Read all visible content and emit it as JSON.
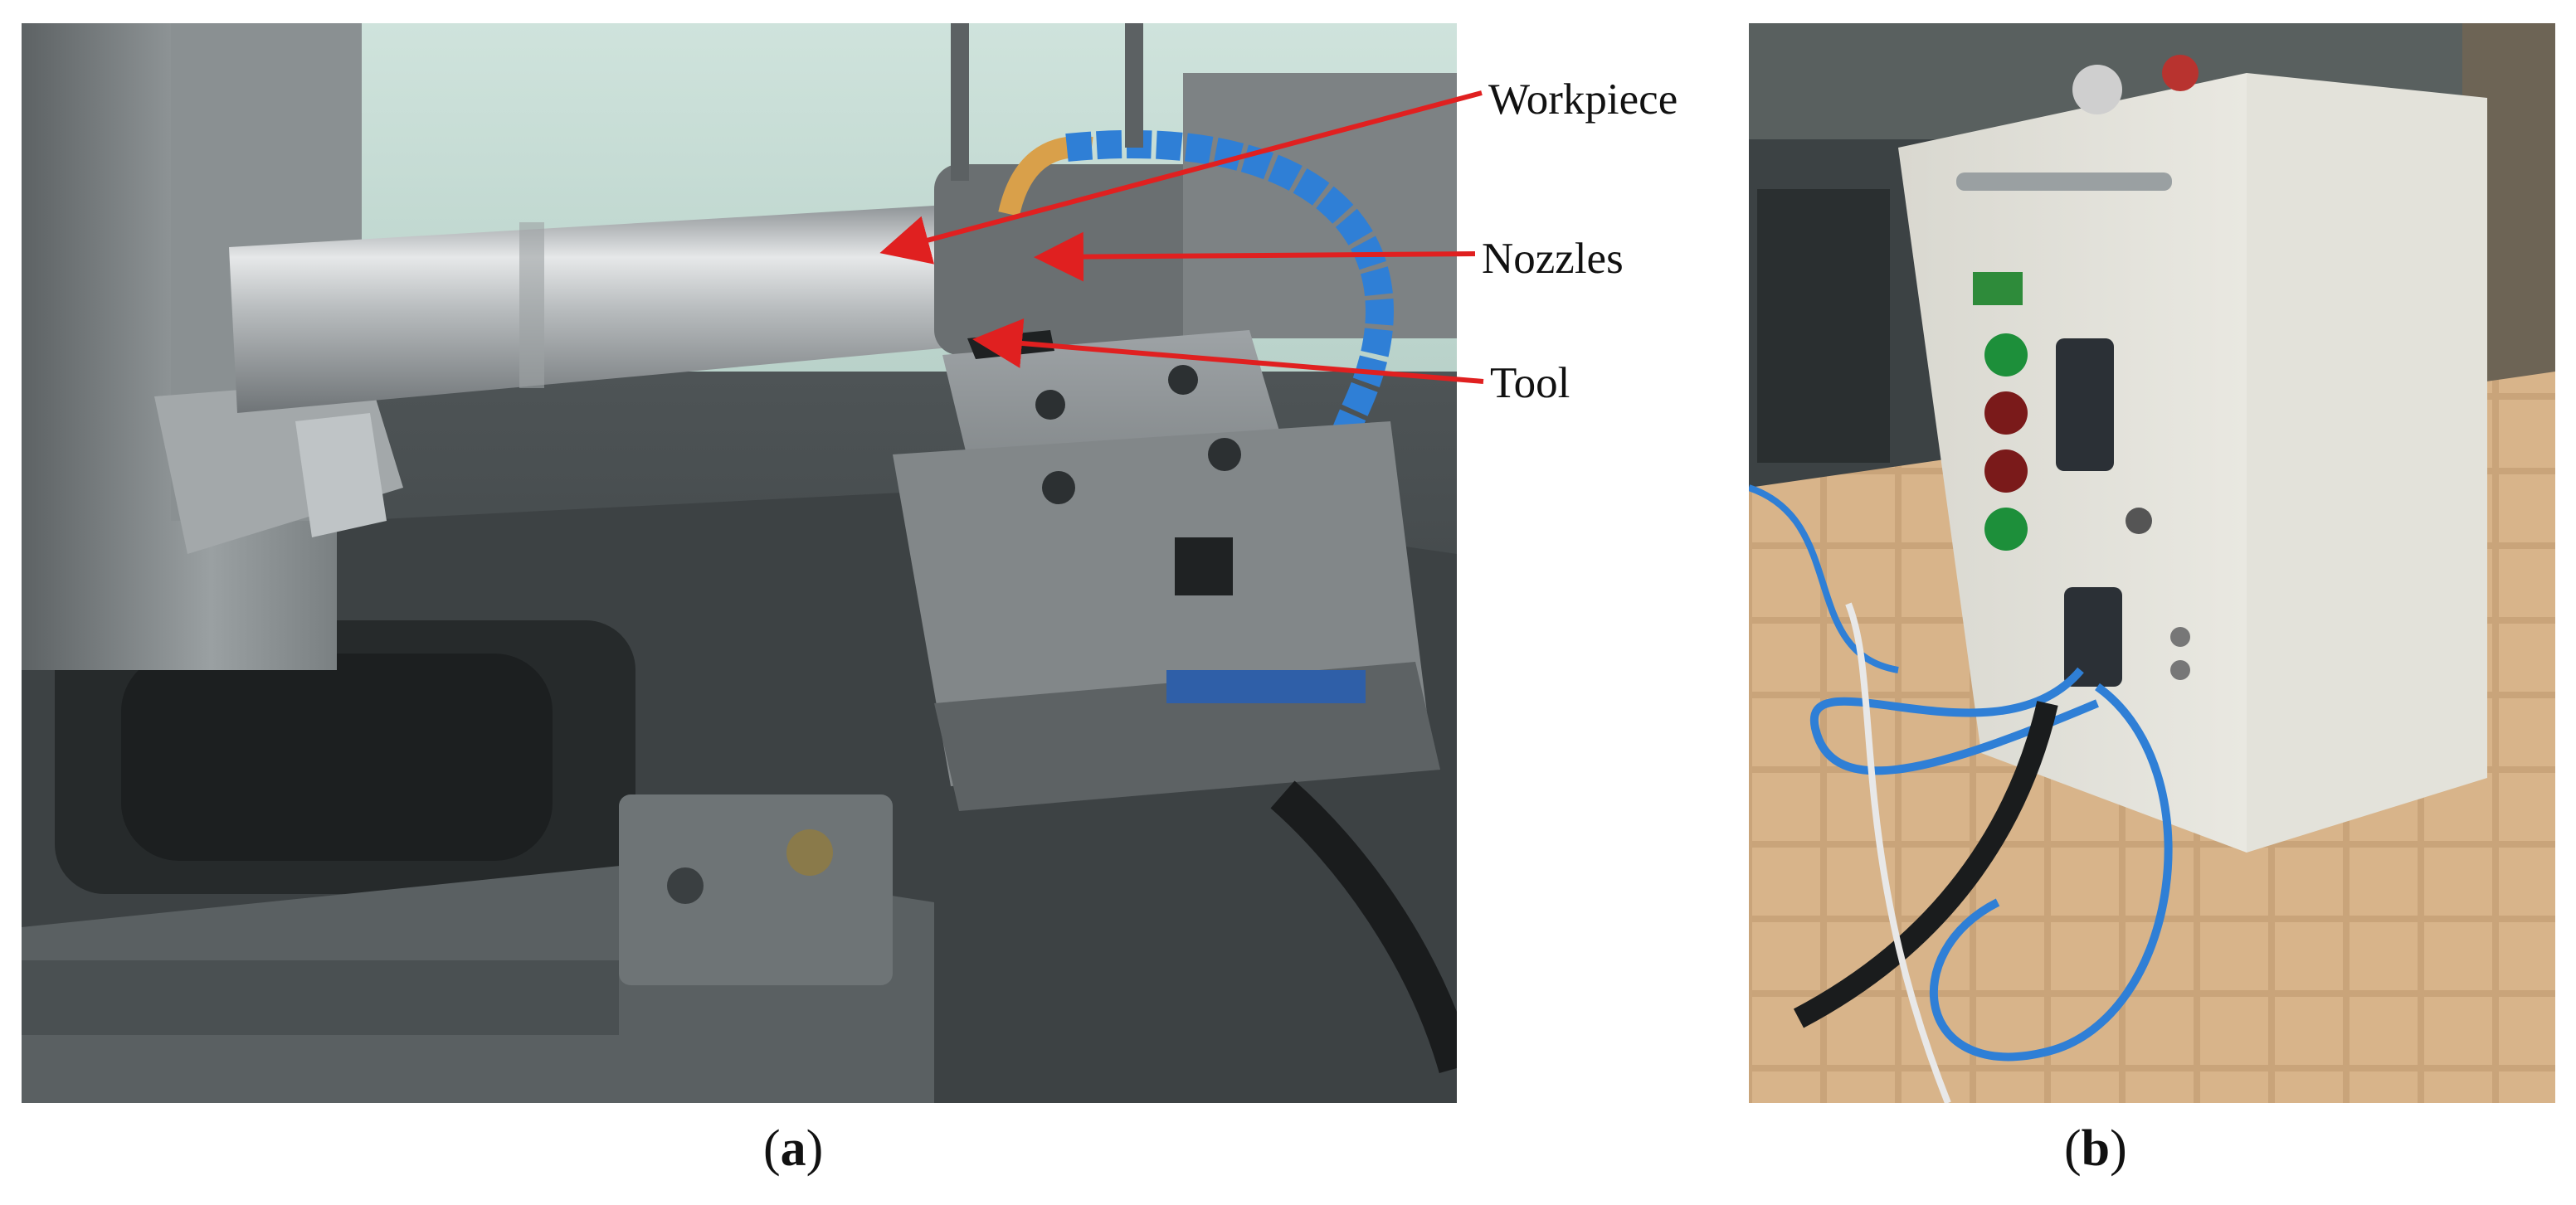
{
  "panel_a": {
    "callouts": {
      "workpiece": "Workpiece",
      "nozzles": "Nozzles",
      "tool": "Tool"
    },
    "caption": {
      "open": "(",
      "letter": "a",
      "close": ")"
    },
    "arrow_color": "#e02020"
  },
  "panel_b": {
    "caption": {
      "open": "(",
      "letter": "b",
      "close": ")"
    }
  }
}
